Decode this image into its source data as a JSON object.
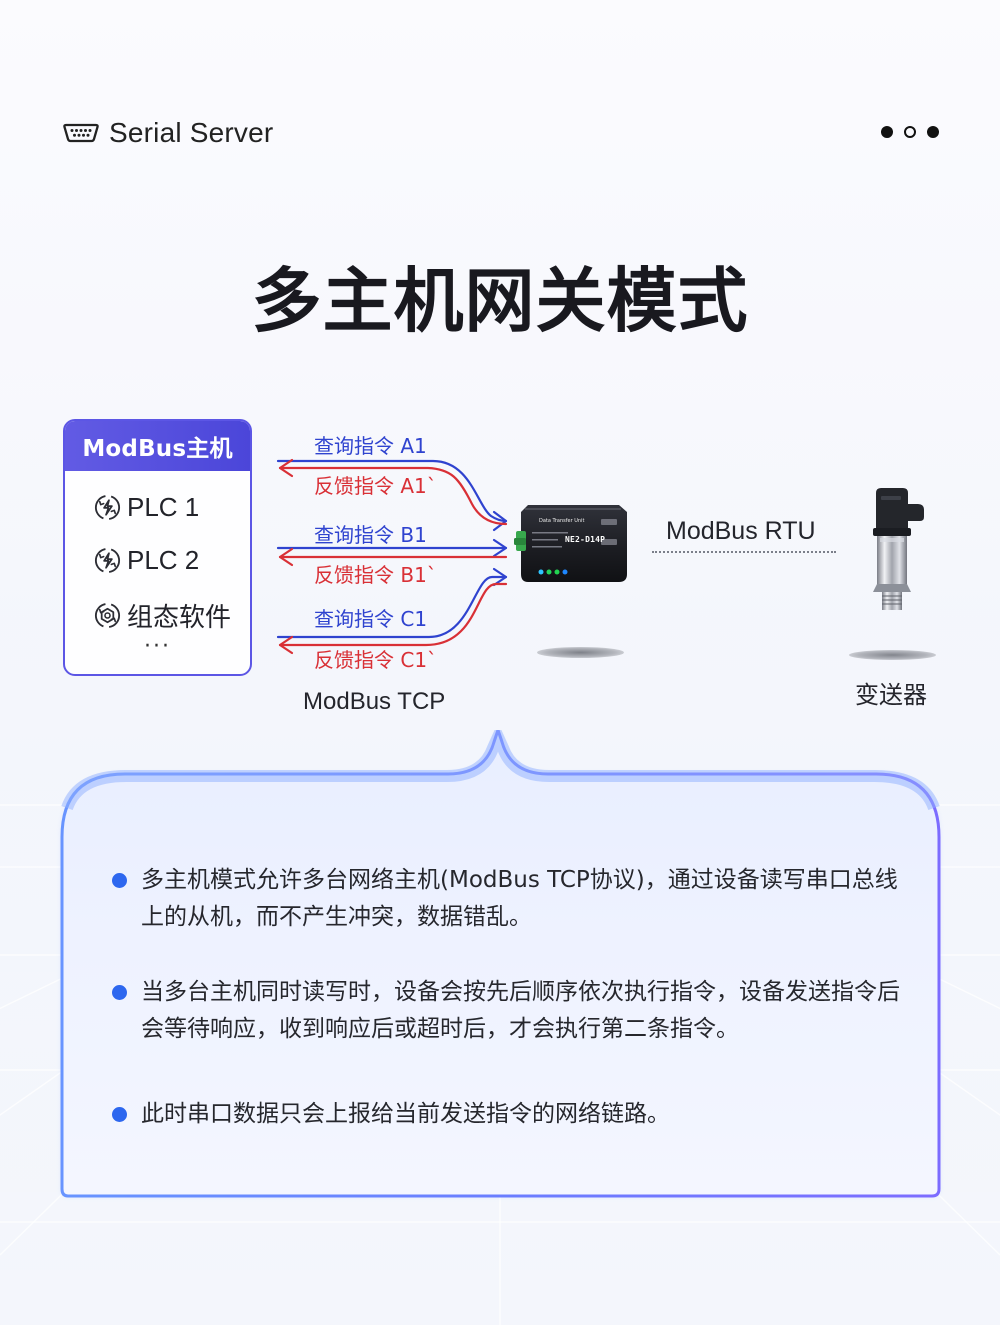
{
  "header": {
    "brand_icon": "serial-port-icon",
    "brand_text": "Serial Server",
    "page_indicator_dots": [
      "filled",
      "hollow",
      "filled"
    ]
  },
  "title": "多主机网关模式",
  "diagram": {
    "host": {
      "header": "ModBus主机",
      "items": [
        {
          "icon": "plc-refresh-icon",
          "label": "PLC 1"
        },
        {
          "icon": "plc-refresh-icon",
          "label": "PLC 2"
        },
        {
          "icon": "config-software-icon",
          "label": "组态软件"
        }
      ],
      "ellipsis": "···"
    },
    "links": [
      {
        "query": "查询指令 A1",
        "feedback": "反馈指令 A1`"
      },
      {
        "query": "查询指令 B1",
        "feedback": "反馈指令 B1`"
      },
      {
        "query": "查询指令 C1",
        "feedback": "反馈指令 C1`"
      }
    ],
    "protocol_tcp": "ModBus TCP",
    "device": {
      "model": "NE2-D14P",
      "label": "Data Transfer Unit"
    },
    "protocol_rtu": "ModBus RTU",
    "sensor_label": "变送器"
  },
  "bullets": [
    "多主机模式允许多台网络主机(ModBus TCP协议)，通过设备读写串口总线上的从机，而不产生冲突，数据错乱。",
    "当多台主机同时读写时，设备会按先后顺序依次执行指令，设备发送指令后会等待响应，收到响应后或超时后，才会执行第二条指令。",
    "此时串口数据只会上报给当前发送指令的网络链路。"
  ],
  "colors": {
    "accent_purple": "#5c56e5",
    "query_blue": "#2f43cf",
    "feedback_red": "#d93036",
    "bullet_blue": "#2d67ef",
    "panel_fill": "#eef2ff"
  }
}
